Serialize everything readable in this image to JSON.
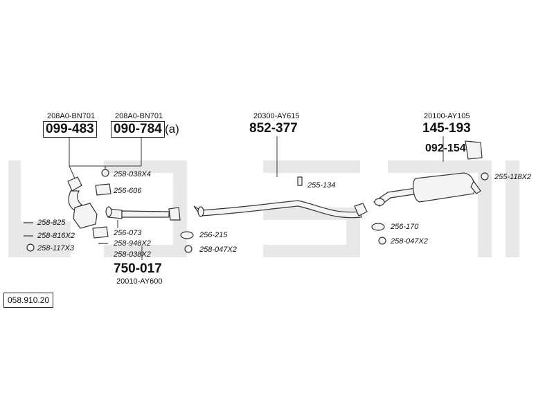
{
  "watermark": "bosal",
  "reference": "058.910.20",
  "groups": {
    "front_left": {
      "oe": "208A0-BN701",
      "part": "099-483"
    },
    "front_right": {
      "oe": "208A0-BN701",
      "part": "090-784",
      "suffix": "(a)"
    },
    "middle": {
      "oe": "20300-AY615",
      "part": "852-377"
    },
    "rear": {
      "oe": "20100-AY105",
      "part": "145-193",
      "sub_part": "092-154"
    },
    "front_pipe": {
      "oe": "20010-AY600",
      "part": "750-017"
    }
  },
  "accessories": {
    "a1": "258-038X4",
    "a2": "256-606",
    "a3": "258-825",
    "a4": "258-816X2",
    "a5": "258-117X3",
    "a6": "256-073",
    "a7": "258-948X2",
    "a8": "258-038X2",
    "a9": "256-215",
    "a10": "258-047X2",
    "a11": "255-134",
    "a12": "256-170",
    "a13": "258-047X2",
    "a14": "255-118X2"
  }
}
